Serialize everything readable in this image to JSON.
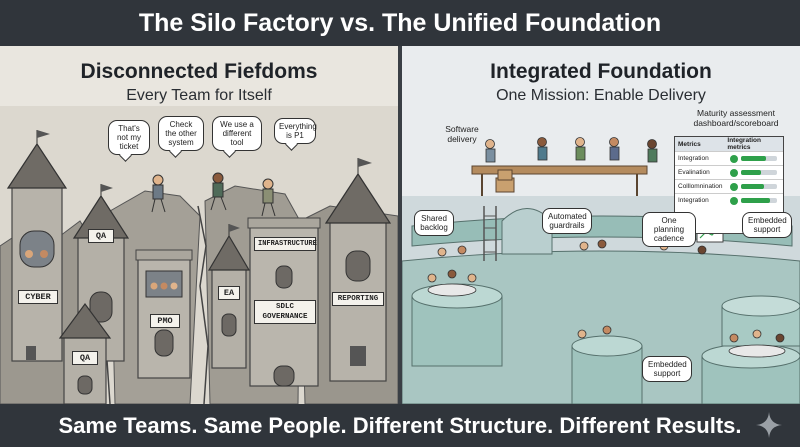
{
  "header": {
    "title": "The Silo Factory vs. The Unified Foundation"
  },
  "footer": {
    "tagline": "Same Teams. Same People. Different Structure. Different Results."
  },
  "left": {
    "title": "Disconnected Fiefdoms",
    "subtitle": "Every Team for Itself",
    "bubbles": [
      "That's not my ticket",
      "Check the other system",
      "We use a different tool",
      "Everything is P1"
    ],
    "towers": {
      "cyber": "CYBER",
      "qa_top": "QA",
      "pmo": "PMO",
      "ea": "EA",
      "infrastructure": "INFRASTRUCTURE",
      "sdlc": "SDLC GOVERNANCE",
      "reporting": "REPORTING",
      "qa_bottom": "QA"
    }
  },
  "right": {
    "title": "Integrated Foundation",
    "subtitle": "One Mission: Enable Delivery",
    "software_delivery": "Software delivery",
    "maturity_label": "Maturity assessment dashboard/scoreboard",
    "board": {
      "headers": [
        "Metrics",
        "Integration metrics"
      ],
      "rows": [
        {
          "label": "Integration",
          "level": 0.7
        },
        {
          "label": "Evalination",
          "level": 0.55
        },
        {
          "label": "Colllomnination",
          "level": 0.65
        },
        {
          "label": "Integration",
          "level": 0.8
        }
      ]
    },
    "labels": {
      "shared_backlog": "Shared backlog",
      "automated_guardrails": "Automated guardrails",
      "one_planning_cadence": "One planning cadence",
      "embedded_support_top": "Embedded support",
      "embedded_support_bottom": "Embedded support"
    }
  },
  "colors": {
    "header_bg": "#30353b",
    "accent_green": "#2ea04a",
    "teal_platform": "#8fb7b1"
  },
  "icons": {
    "corner": "sparkle-icon"
  }
}
